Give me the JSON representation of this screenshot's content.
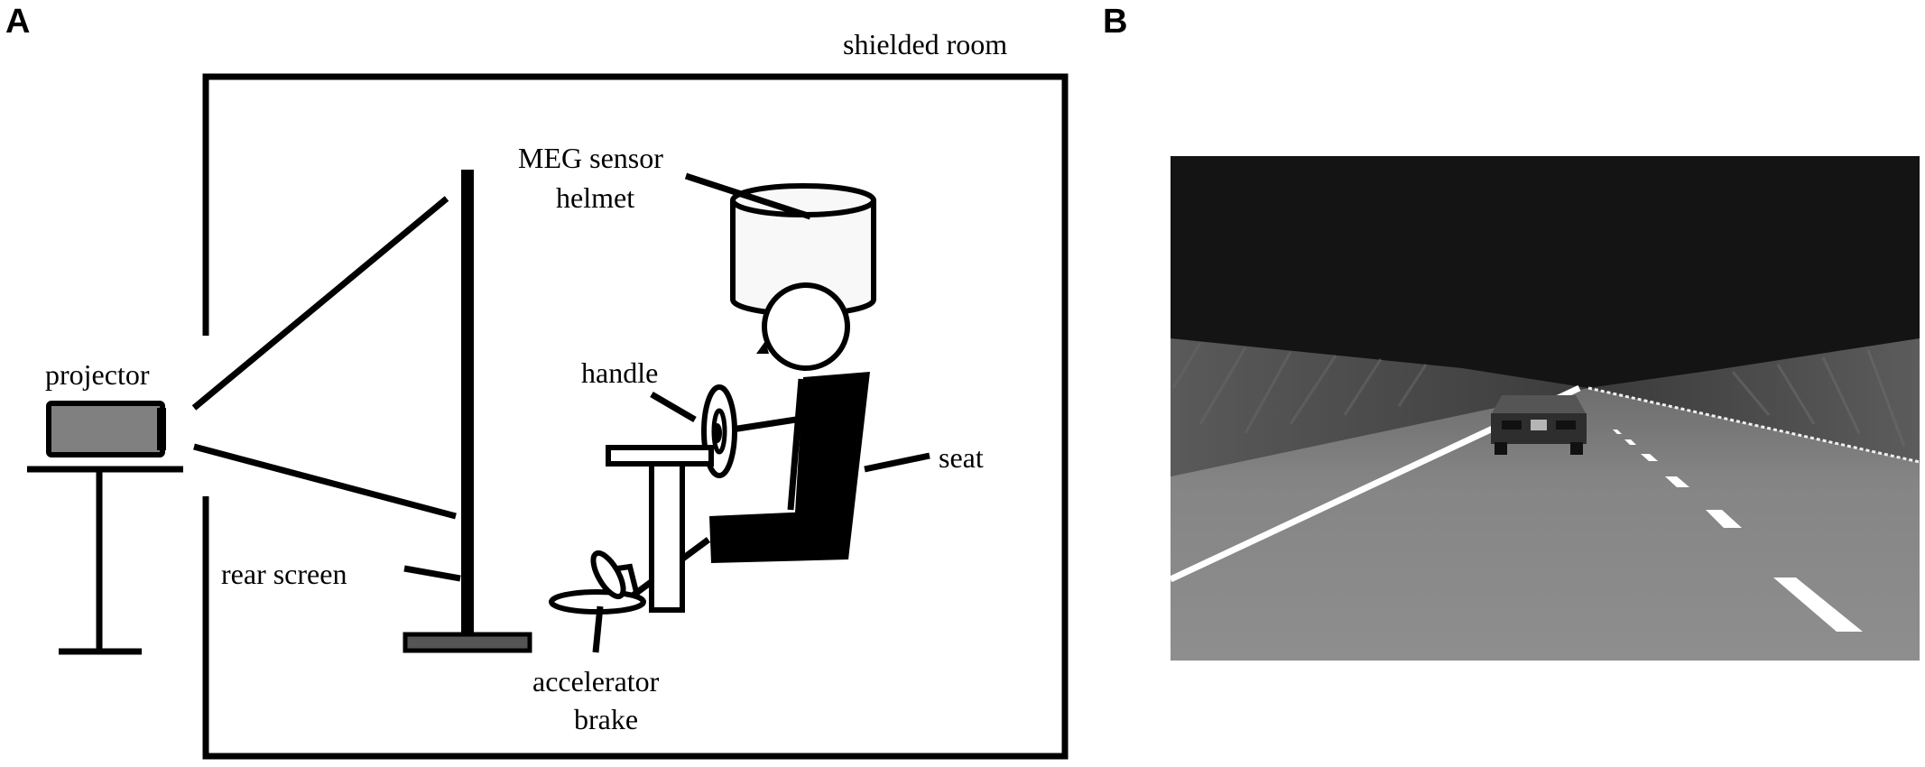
{
  "panel_a": {
    "letter": "A",
    "labels": {
      "shielded_room": "shielded room",
      "meg_line1": "MEG sensor",
      "meg_line2": "helmet",
      "projector": "projector",
      "handle": "handle",
      "seat": "seat",
      "rear_screen": "rear screen",
      "accel_line1": "accelerator",
      "accel_line2": "brake"
    }
  },
  "panel_b": {
    "letter": "B"
  },
  "colors": {
    "line": "#000000",
    "helmet_fill": "#f8f8f8",
    "projector_body": "#808080",
    "screen_base": "#555555",
    "sky": "#141414",
    "road": "#8c8c8c",
    "car": "#333333"
  }
}
